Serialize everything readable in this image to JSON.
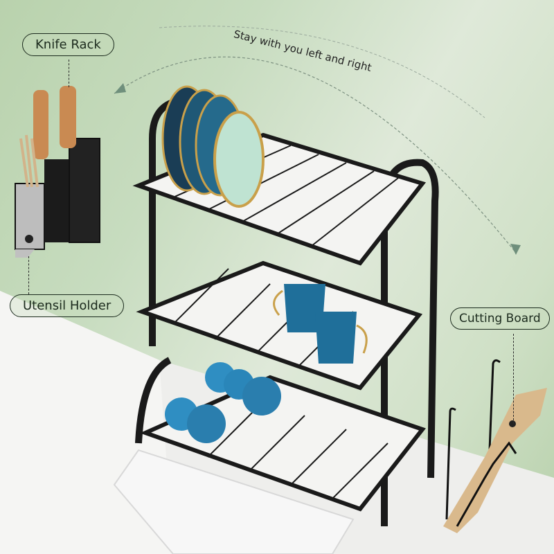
{
  "image": {
    "description": "Three-tier black metal dish drying rack with side knife rack / utensil holder and cutting board holder on a white marble counter against a green wall",
    "colors": {
      "wall": "#c7dcbf",
      "counter": "#f0f0ee",
      "rack": "#1c1c1c",
      "dishes_blue": "#1f6f9a",
      "gold_rim": "#c9a04a",
      "board_wood": "#d9b98c"
    }
  },
  "labels": {
    "knife_rack": "Knife Rack",
    "utensil_holder": "Utensil Holder",
    "cutting_board": "Cutting Board",
    "arc_caption": "Stay with you left and right"
  }
}
